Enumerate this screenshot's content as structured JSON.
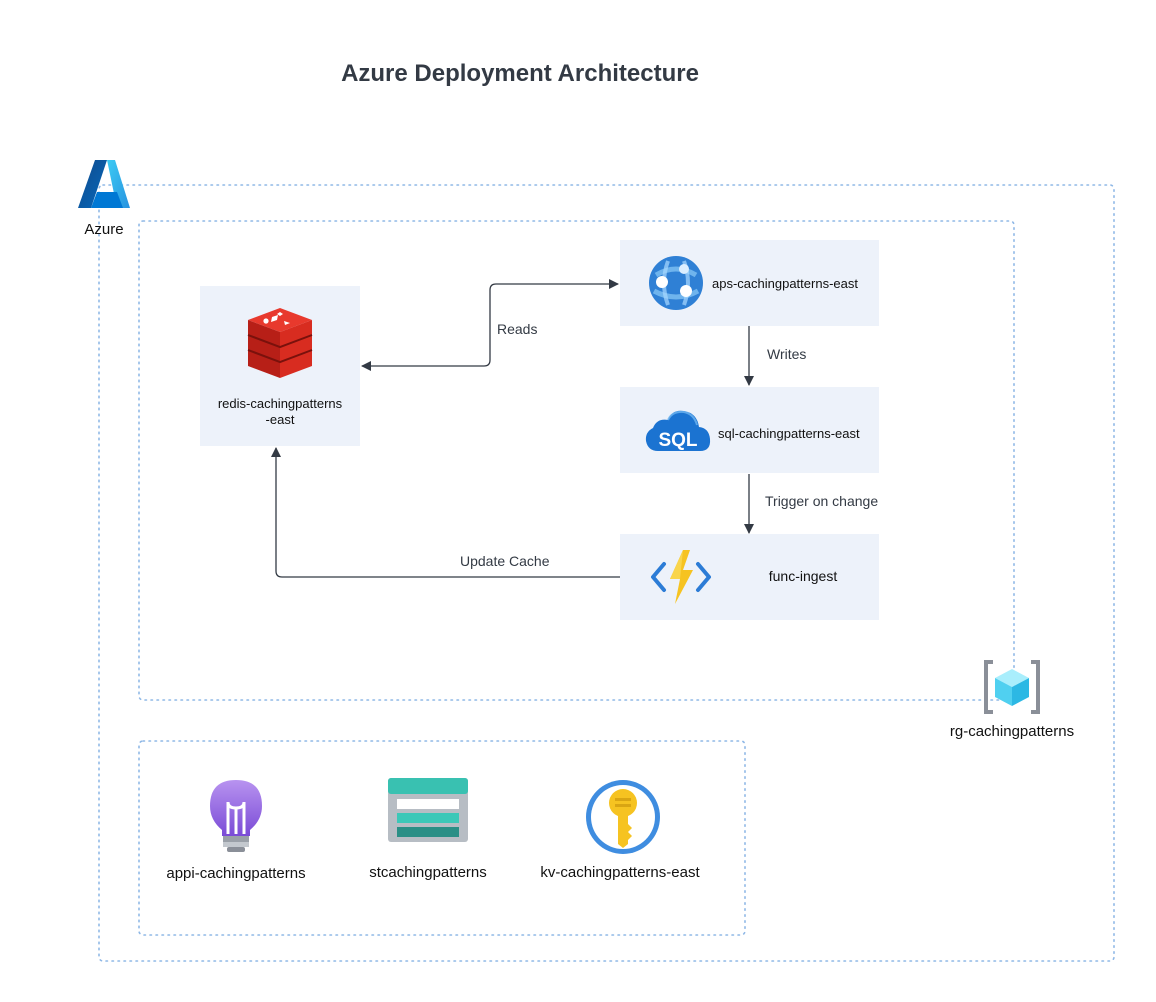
{
  "diagram": {
    "title": "Azure Deployment Architecture",
    "azure_label": "Azure",
    "resource_group_label": "rg-cachingpatterns",
    "nodes": {
      "redis": {
        "label": "redis-cachingpatterns\n-east",
        "icon": "redis-icon"
      },
      "app_service": {
        "label": "aps-cachingpatterns-east",
        "icon": "app-service-icon"
      },
      "sql": {
        "label": "sql-cachingpatterns-east",
        "icon": "sql-database-icon"
      },
      "function": {
        "label": "func-ingest",
        "icon": "function-app-icon"
      }
    },
    "edges": {
      "reads": "Reads",
      "writes": "Writes",
      "trigger": "Trigger on change",
      "update_cache": "Update Cache"
    },
    "shared_resources": [
      {
        "label": "appi-cachingpatterns",
        "icon": "app-insights-icon"
      },
      {
        "label": "stcachingpatterns",
        "icon": "storage-account-icon"
      },
      {
        "label": "kv-cachingpatterns-east",
        "icon": "key-vault-icon"
      }
    ],
    "colors": {
      "container_border": "#8fb8e6",
      "node_fill": "#edf2fa",
      "arrow": "#333a44",
      "redis_red": "#d82c20",
      "azure_blue": "#0078d4"
    }
  }
}
